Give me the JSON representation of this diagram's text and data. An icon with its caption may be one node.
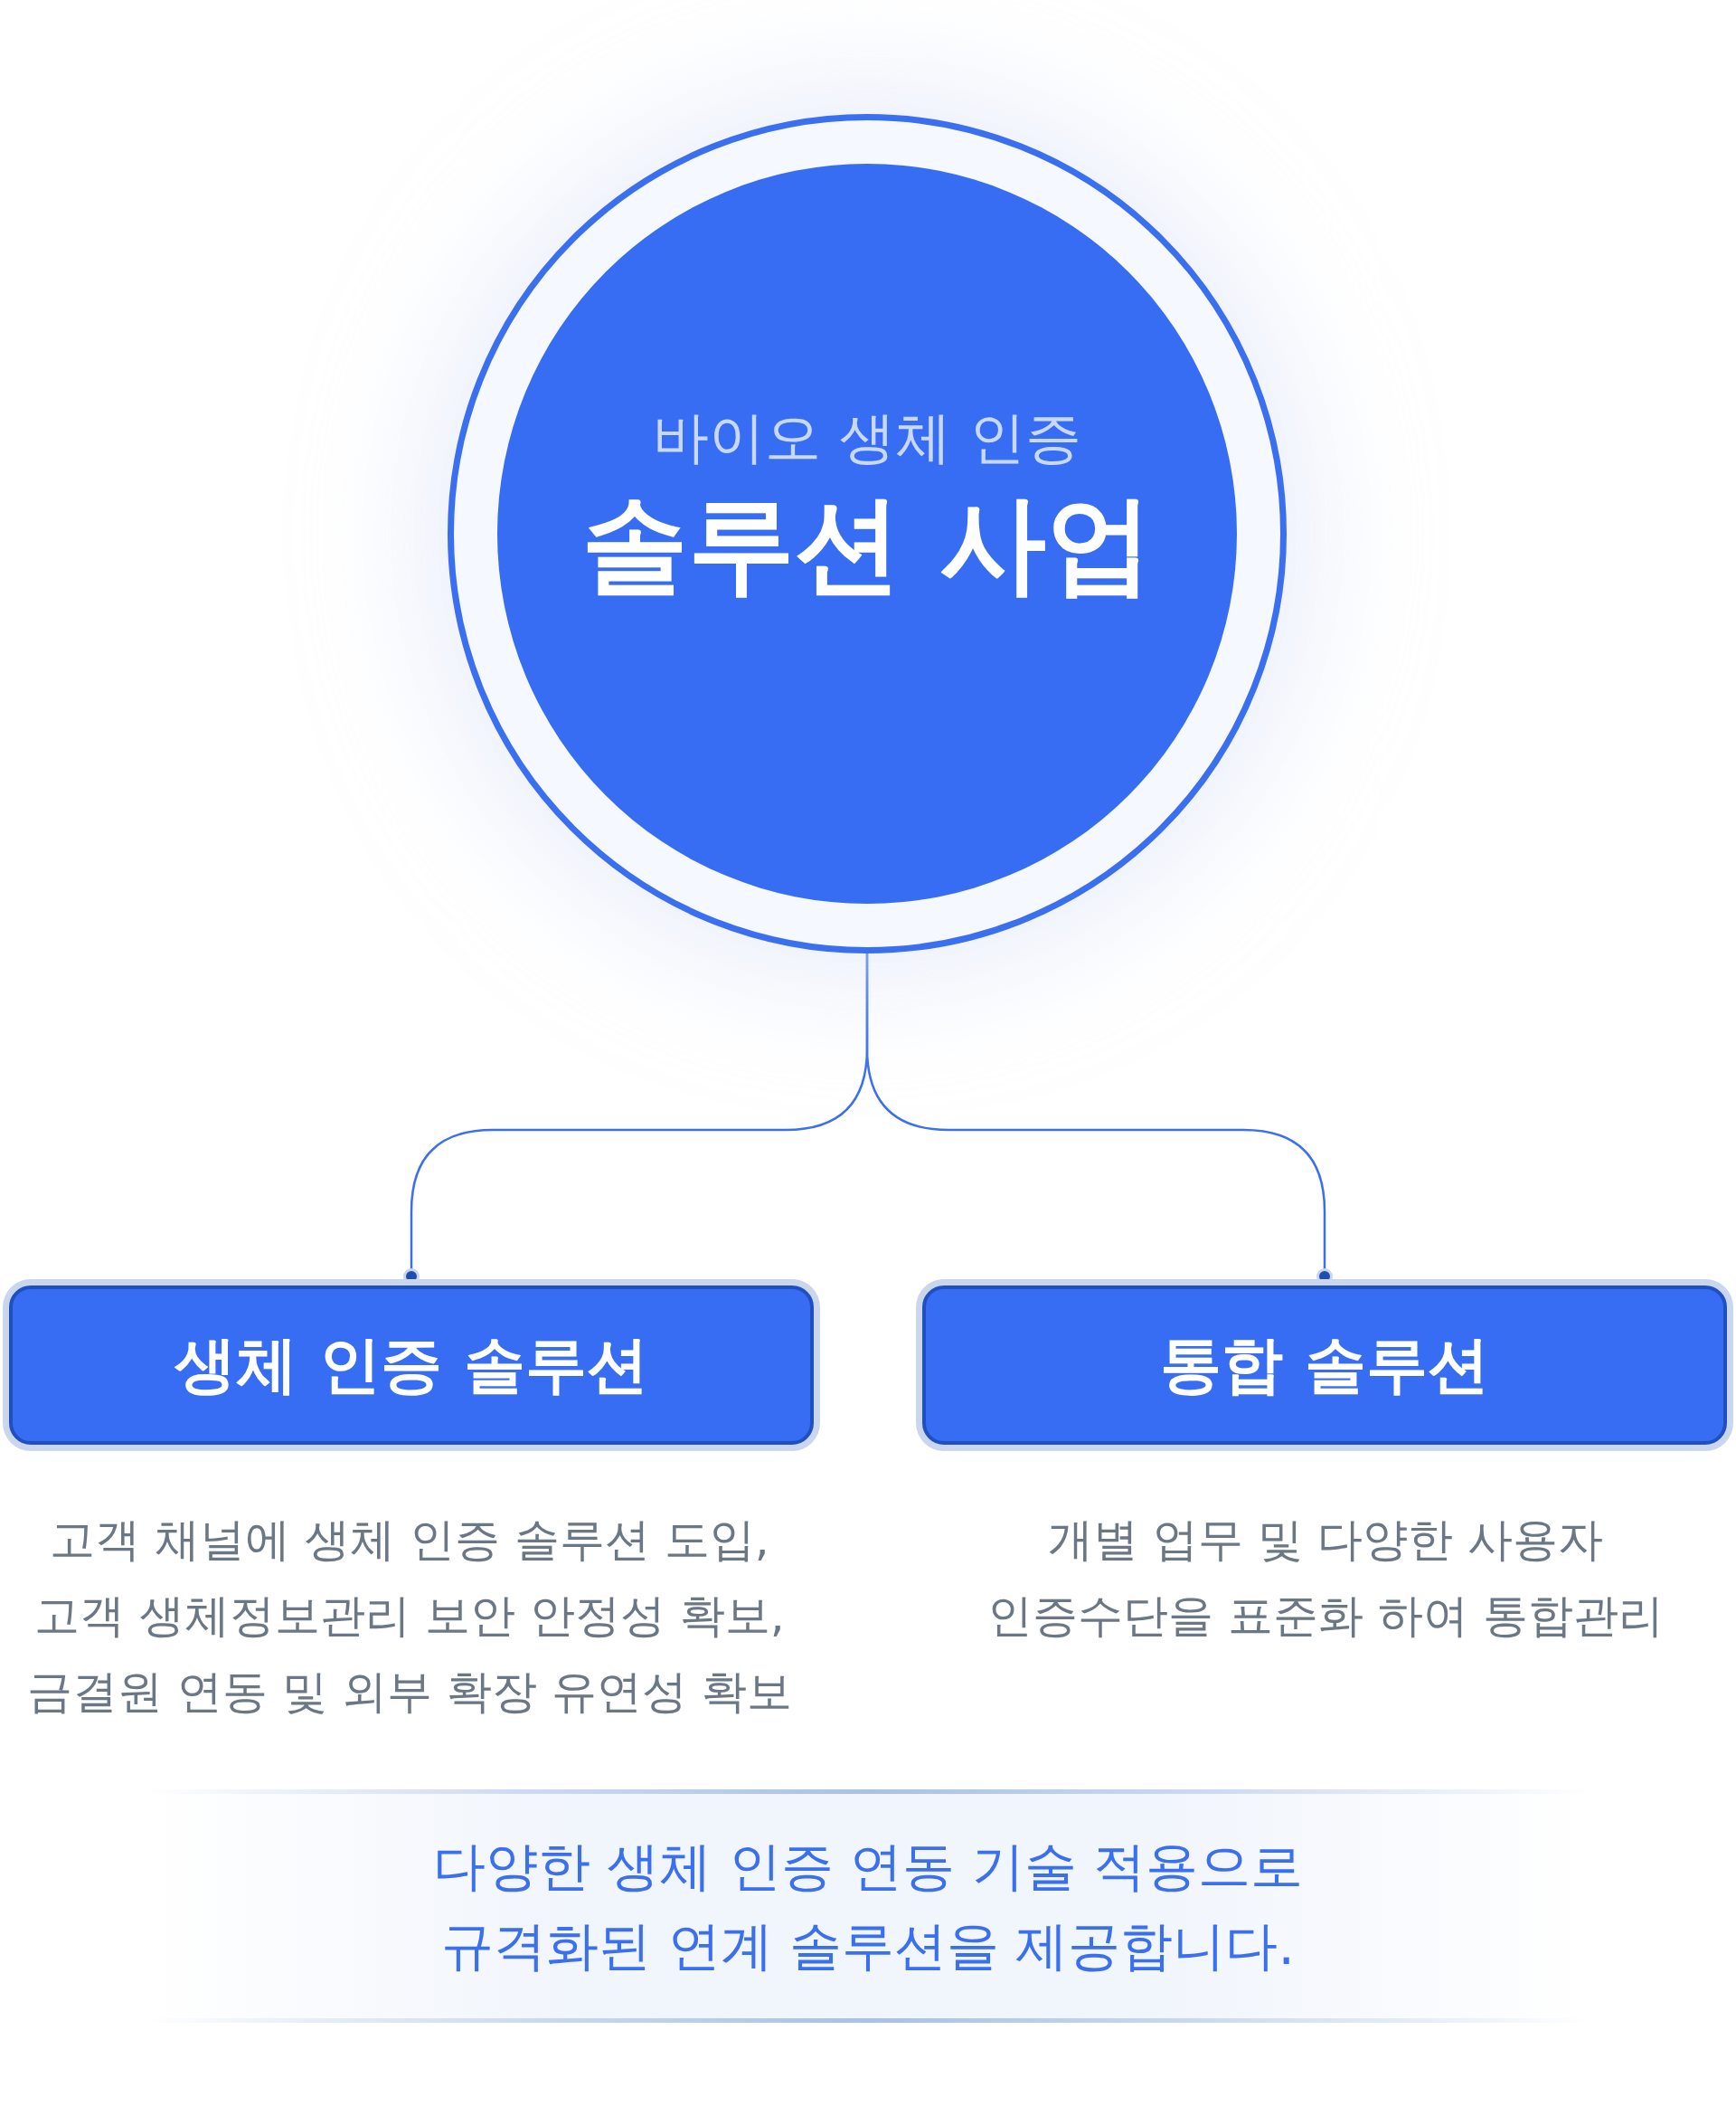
{
  "diagram": {
    "nodes": [
      {
        "text": [
          "바이오 생체 인증",
          "솔루션 사업"
        ]
      },
      {
        "text": [
          "생체 인증 솔루션"
        ],
        "beside": [
          "고객 채널에 생체 인증 솔루션 도입, 고객 생체정보관리 보안 안정성 확보, 금결원 연동 및 외부 확장 유연성 확보"
        ]
      },
      {
        "text": [
          "통합 솔루션"
        ],
        "beside": [
          "개별 업무 및 다양한 사용자 인증수단을 표준화 하여 통합관리"
        ]
      },
      {
        "text": [
          "다양한 생체 인증 연동 기술 적용으로 규격화된 연계 솔루션을 제공합니다."
        ]
      }
    ],
    "edges": [
      {
        "from": 0,
        "to": 1,
        "arrow": "other"
      },
      {
        "from": 0,
        "to": 2,
        "arrow": "other"
      }
    ]
  }
}
